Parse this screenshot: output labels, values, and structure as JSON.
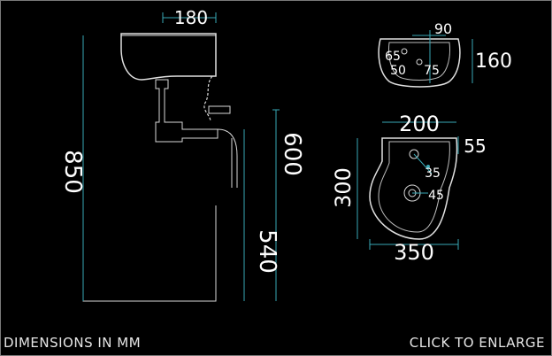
{
  "colors": {
    "background": "#000000",
    "dimension_line": "#39a9b6",
    "outline": "#d8d8d8",
    "text": "#ffffff"
  },
  "side_view": {
    "width_top": "180",
    "total_height": "850",
    "height_to_trap": "600",
    "height_to_pedestal_top": "540"
  },
  "top_view": {
    "overall_depth": "160",
    "offset_90": "90",
    "tap_hole": "65",
    "offset_50": "50",
    "offset_75": "75"
  },
  "plan_view": {
    "inner_width": "200",
    "back_offset": "55",
    "depth": "300",
    "tap_hole_dia": "35",
    "waste_dia": "45",
    "overall_width": "350"
  },
  "footer": {
    "left_caption": "DIMENSIONS IN MM",
    "right_caption": "CLICK TO ENLARGE"
  }
}
